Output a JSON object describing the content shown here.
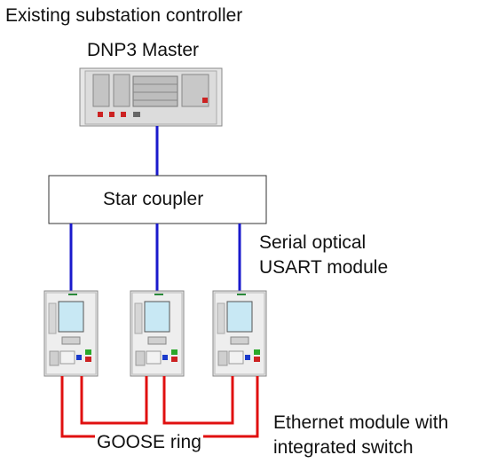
{
  "labels": {
    "controller_caption": "Existing substation controller",
    "master_caption": "DNP3 Master",
    "coupler_label": "Star coupler",
    "usart_line1": "Serial optical",
    "usart_line2": "USART module",
    "goose_label": "GOOSE ring",
    "ethernet_line1": "Ethernet module with",
    "ethernet_line2": "integrated switch"
  },
  "colors": {
    "optical_link": "#1a1acc",
    "ethernet_ring": "#e01010",
    "coupler_border": "#333333",
    "device_body": "#e8e8e8",
    "display_screen": "#c8e8f4"
  },
  "devices": [
    "relay-1",
    "relay-2",
    "relay-3"
  ]
}
